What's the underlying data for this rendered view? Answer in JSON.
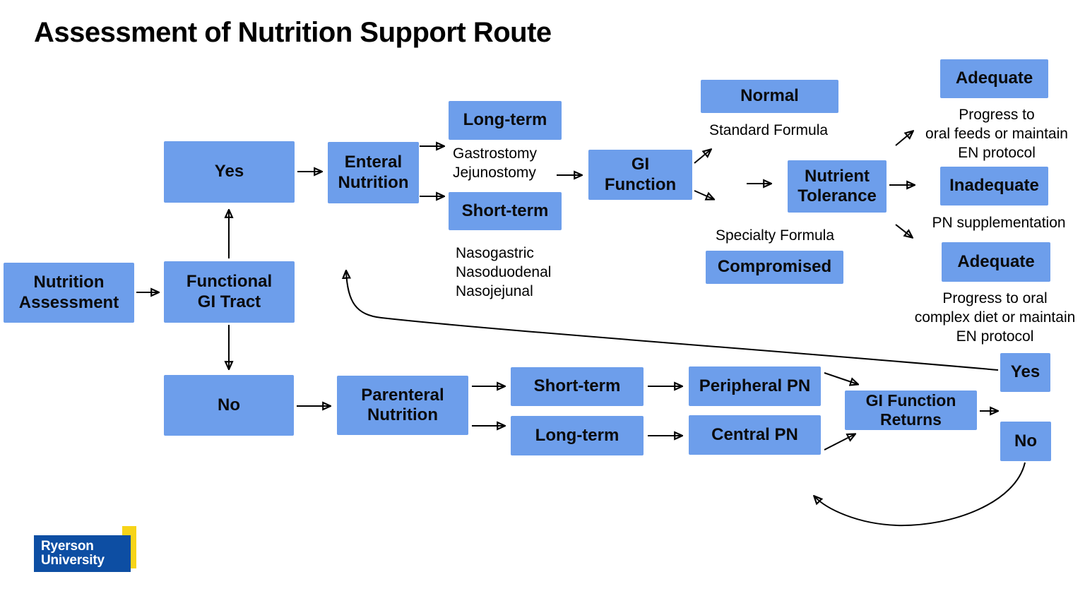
{
  "title": "Assessment of Nutrition Support Route",
  "colors": {
    "background": "#ffffff",
    "box_fill": "#6d9eeb",
    "box_text": "#0b0b0b",
    "arrow": "#000000",
    "logo_blue": "#0d4ea3",
    "logo_yellow": "#f7d418"
  },
  "flowchart": {
    "boxes": {
      "nutrition_assessment": "Nutrition\nAssessment",
      "functional_gi_tract": "Functional\nGI Tract",
      "yes_top": "Yes",
      "no_left": "No",
      "enteral_nutrition": "Enteral\nNutrition",
      "long_term_enteral": "Long-term",
      "short_term_enteral": "Short-term",
      "gi_function": "GI\nFunction",
      "normal": "Normal",
      "nutrient_tolerance": "Nutrient\nTolerance",
      "compromised": "Compromised",
      "adequate_standard": "Adequate",
      "inadequate": "Inadequate",
      "adequate_specialty": "Adequate",
      "parenteral_nutrition": "Parenteral\nNutrition",
      "short_term_parenteral": "Short-term",
      "long_term_parenteral": "Long-term",
      "peripheral_pn": "Peripheral PN",
      "central_pn": "Central PN",
      "gi_function_returns": "GI Function\nReturns",
      "yes_right": "Yes",
      "no_right": "No"
    },
    "captions": {
      "long_term_routes": "Gastrostomy\nJejunostomy",
      "short_term_routes": "Nasogastric\nNasoduodenal\nNasojejunal",
      "standard_formula": "Standard Formula",
      "specialty_formula": "Specialty Formula",
      "adequate_standard_note": "Progress to\noral feeds or maintain\nEN protocol",
      "inadequate_note": "PN supplementation",
      "adequate_specialty_note": "Progress to oral\ncomplex diet or maintain\nEN protocol"
    }
  },
  "logo": {
    "line1": "Ryerson",
    "line2": "University"
  }
}
